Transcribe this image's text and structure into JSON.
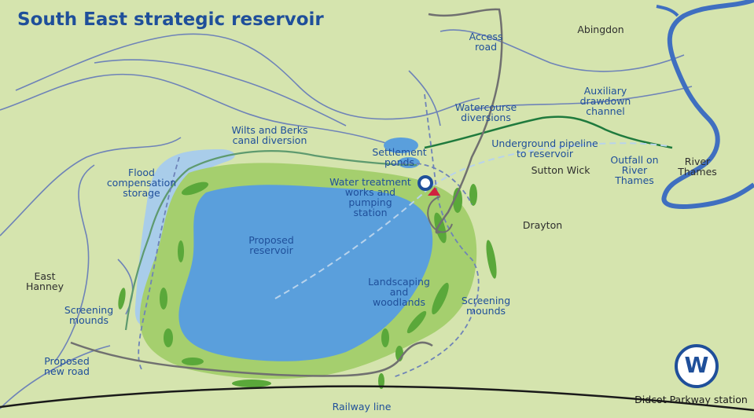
{
  "title": "South East strategic reservoir",
  "labels": {
    "access_road": "Access\nroad",
    "abingdon": "Abingdon",
    "watercourse_diversions": "Watercourse\ndiversions",
    "auxiliary_drawdown_channel": "Auxiliary\ndrawdown\nchannel",
    "wilts_berks_canal": "Wilts and Berks\ncanal diversion",
    "settlement_ponds": "Settlement\nponds",
    "underground_pipeline": "Underground pipeline\nto reservoir",
    "sutton_wick": "Sutton Wick",
    "outfall_river_thames": "Outfall on\nRiver\nThames",
    "river_thames": "River\nThames",
    "flood_compensation": "Flood\ncompensation\nstorage",
    "water_treatment": "Water treatment\nworks and\npumping\nstation",
    "drayton": "Drayton",
    "proposed_reservoir": "Proposed\nreservoir",
    "east_hanney": "East\nHanney",
    "landscaping": "Landscaping\nand\nwoodlands",
    "screening_mounds_left": "Screening\nmounds",
    "screening_mounds_right": "Screening\nmounds",
    "proposed_new_road": "Proposed\nnew road",
    "railway_line": "Railway line",
    "didcot_parkway": "Didcot Parkway station"
  },
  "logo_letter": "W",
  "colors": {
    "land": "#d5e4ae",
    "reservoir": "#5a9fdc",
    "embankment": "#a5cf6e",
    "woodland": "#5aa83a",
    "river": "#3f6fc0",
    "stream": "#6e83b8",
    "road": "#707070",
    "railway": "#1a1a1a",
    "canal": "#5e9a6f",
    "channel": "#1f7a3d",
    "flood_storage": "#a9cdea",
    "text": "#1f4f9a",
    "marker_red": "#d0213f"
  }
}
